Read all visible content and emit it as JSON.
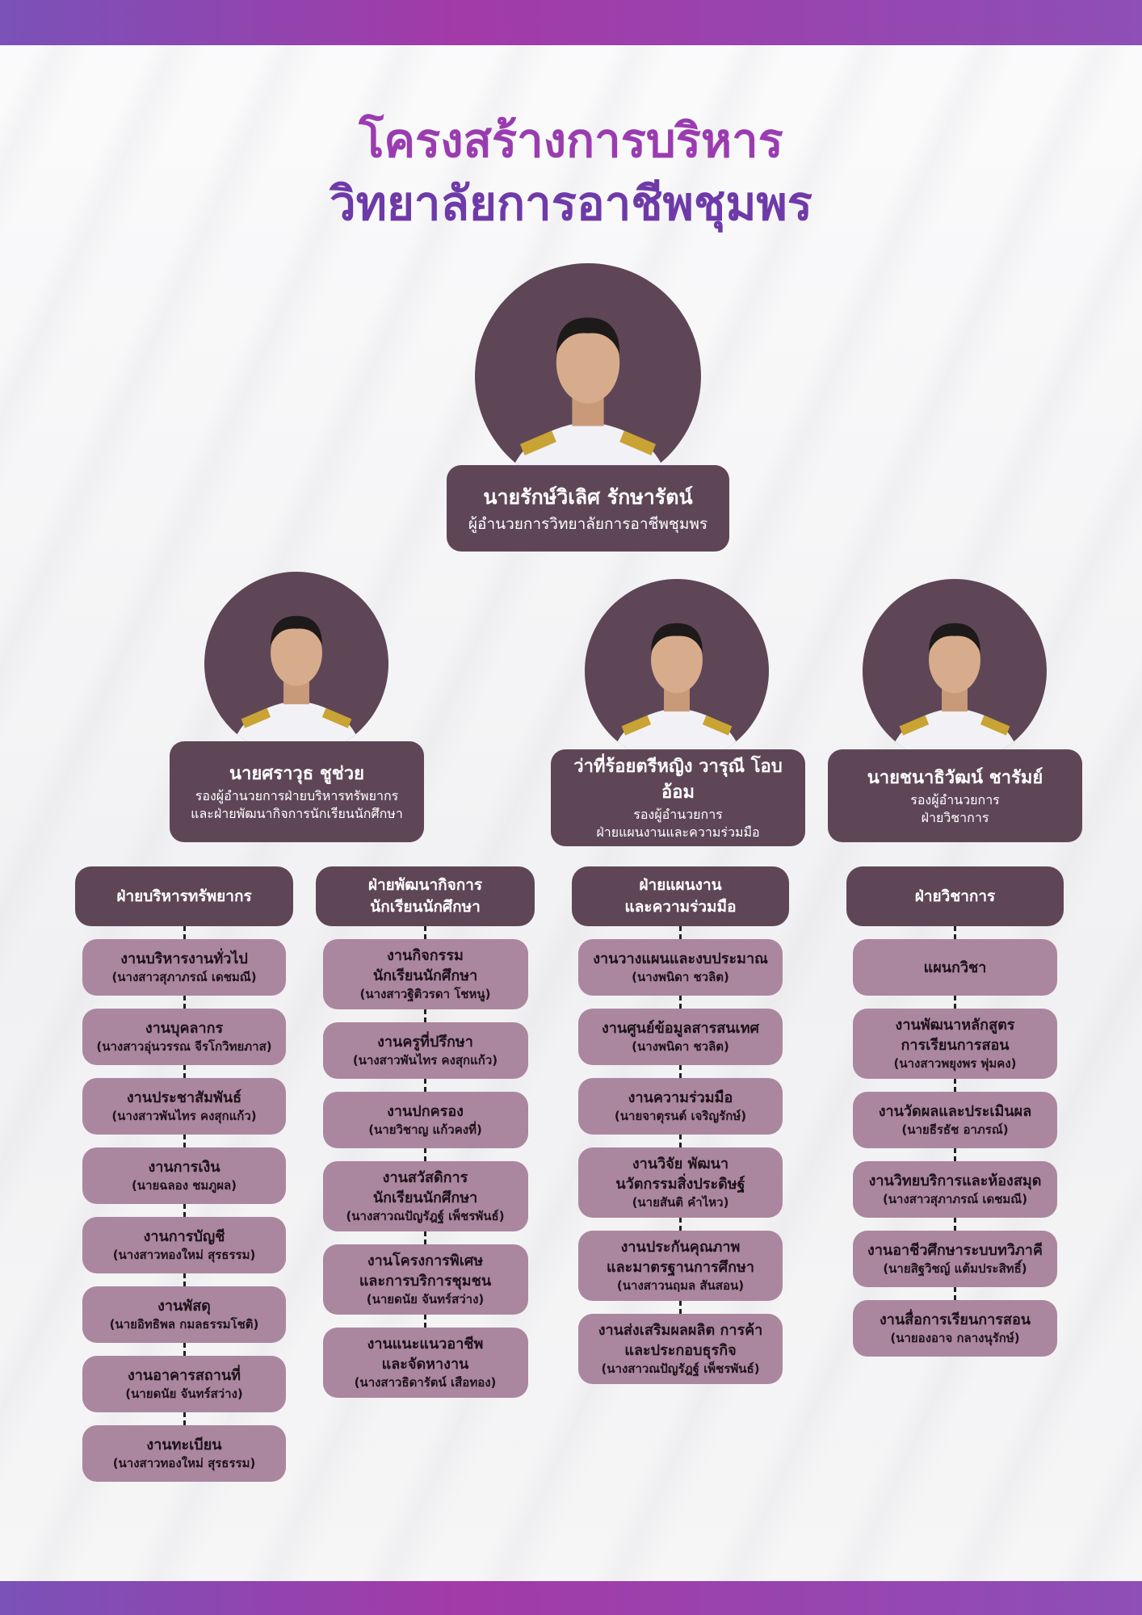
{
  "title": {
    "line1": "โครงสร้างการบริหาร",
    "line2": "วิทยาลัยการอาชีพชุมพร"
  },
  "director": {
    "name": "นายรักษ์วิเลิศ  รักษารัตน์",
    "role": "ผู้อำนวยการวิทยาลัยการอาชีพชุมพร"
  },
  "deputies": [
    {
      "name": "นายศราวุธ  ชูช่วย",
      "role_lines": [
        "รองผู้อำนวยการฝ่ายบริหารทรัพยากร",
        "และฝ่ายพัฒนากิจการนักเรียนนักศึกษา"
      ]
    },
    {
      "name": "ว่าที่ร้อยตรีหญิง วารุณี โอบอ้อม",
      "role_lines": [
        "รองผู้อำนวยการ",
        "ฝ่ายแผนงานและความร่วมมือ"
      ]
    },
    {
      "name": "นายชนาธิวัฒน์  ชารัมย์",
      "role_lines": [
        "รองผู้อำนวยการ",
        "ฝ่ายวิชาการ"
      ]
    }
  ],
  "departments": [
    {
      "header": [
        "ฝ่ายบริหารทรัพยากร"
      ],
      "items": [
        {
          "title": [
            "งานบริหารงานทั่วไป"
          ],
          "person": "(นางสาวสุภาภรณ์  เดชมณี)"
        },
        {
          "title": [
            "งานบุคลากร"
          ],
          "person": "(นางสาวอุ่นวรรณ จีรโกวิทยภาส)"
        },
        {
          "title": [
            "งานประชาสัมพันธ์"
          ],
          "person": "(นางสาวพันไทร  คงสุกแก้ว)"
        },
        {
          "title": [
            "งานการเงิน"
          ],
          "person": "(นายฉลอง  ชมภูผล)"
        },
        {
          "title": [
            "งานการบัญชี"
          ],
          "person": "(นางสาวทองใหม่  สุรธรรม)"
        },
        {
          "title": [
            "งานพัสดุ"
          ],
          "person": "(นายอิทธิพล  กมลธรรมโชติ)"
        },
        {
          "title": [
            "งานอาคารสถานที่"
          ],
          "person": "(นายดนัย  จันทร์สว่าง)"
        },
        {
          "title": [
            "งานทะเบียน"
          ],
          "person": "(นางสาวทองใหม่ สุรธรรม)"
        }
      ]
    },
    {
      "header": [
        "ฝ่ายพัฒนากิจการ",
        "นักเรียนนักศึกษา"
      ],
      "items": [
        {
          "title": [
            "งานกิจกรรม",
            "นักเรียนนักศึกษา"
          ],
          "person": "(นางสาวฐิติวรดา  โชหนู)"
        },
        {
          "title": [
            "งานครูที่ปรึกษา"
          ],
          "person": "(นางสาวพันไทร  คงสุกแก้ว)"
        },
        {
          "title": [
            "งานปกครอง"
          ],
          "person": "(นายวิชาญ  แก้วคงที่)"
        },
        {
          "title": [
            "งานสวัสดิการ",
            "นักเรียนนักศึกษา"
          ],
          "person": "(นางสาวณปัญรัฎฐ์ เพ็ชรพันธ์)"
        },
        {
          "title": [
            "งานโครงการพิเศษ",
            "และการบริการชุมชน"
          ],
          "person": "(นายดนัย  จันทร์สว่าง)"
        },
        {
          "title": [
            "งานแนะแนวอาชีพ",
            "และจัดหางาน"
          ],
          "person": "(นางสาวธิดารัตน์  เสือทอง)"
        }
      ]
    },
    {
      "header": [
        "ฝ่ายแผนงาน",
        "และความร่วมมือ"
      ],
      "items": [
        {
          "title": [
            "งานวางแผนและงบประมาณ"
          ],
          "person": "(นางพนิดา ชวลิต)"
        },
        {
          "title": [
            "งานศูนย์ข้อมูลสารสนเทศ"
          ],
          "person": "(นางพนิดา ชวลิต)"
        },
        {
          "title": [
            "งานความร่วมมือ"
          ],
          "person": "(นายจาตุรนต์  เจริญรักษ์)"
        },
        {
          "title": [
            "งานวิจัย พัฒนา",
            "นวัตกรรมสิ่งประดิษฐ์"
          ],
          "person": "(นายสันติ  คำไหว)"
        },
        {
          "title": [
            "งานประกันคุณภาพ",
            "และมาตรฐานการศึกษา"
          ],
          "person": "(นางสาวนฤมล  สันสอน)"
        },
        {
          "title": [
            "งานส่งเสริมผลผลิต การค้า",
            "และประกอบธุรกิจ"
          ],
          "person": "(นางสาวณปัญรัฎฐ์  เพ็ชรพันธ์)"
        }
      ]
    },
    {
      "header": [
        "ฝ่ายวิชาการ"
      ],
      "items": [
        {
          "title": [
            "แผนกวิชา"
          ],
          "person": ""
        },
        {
          "title": [
            "งานพัฒนาหลักสูตร",
            "การเรียนการสอน"
          ],
          "person": "(นางสาวพยุงพร  พุ่มคง)"
        },
        {
          "title": [
            "งานวัดผลและประเมินผล"
          ],
          "person": "(นายธีรธัช  อาภรณ์)"
        },
        {
          "title": [
            "งานวิทยบริการและห้องสมุด"
          ],
          "person": "(นางสาวสุภาภรณ์  เดชมณี)"
        },
        {
          "title": [
            "งานอาชีวศึกษาระบบทวิภาคี"
          ],
          "person": "(นายสิฐวิชญ์  แต้มประสิทธิ์)"
        },
        {
          "title": [
            "งานสื่อการเรียนการสอน"
          ],
          "person": "(นายองอาจ  กลางนุรักษ์)"
        }
      ]
    }
  ],
  "colors": {
    "dark_box": "#5e4657",
    "light_box": "#ab869f",
    "title_purple": "#8a3db4",
    "bar_purple": "#a23aa8"
  }
}
